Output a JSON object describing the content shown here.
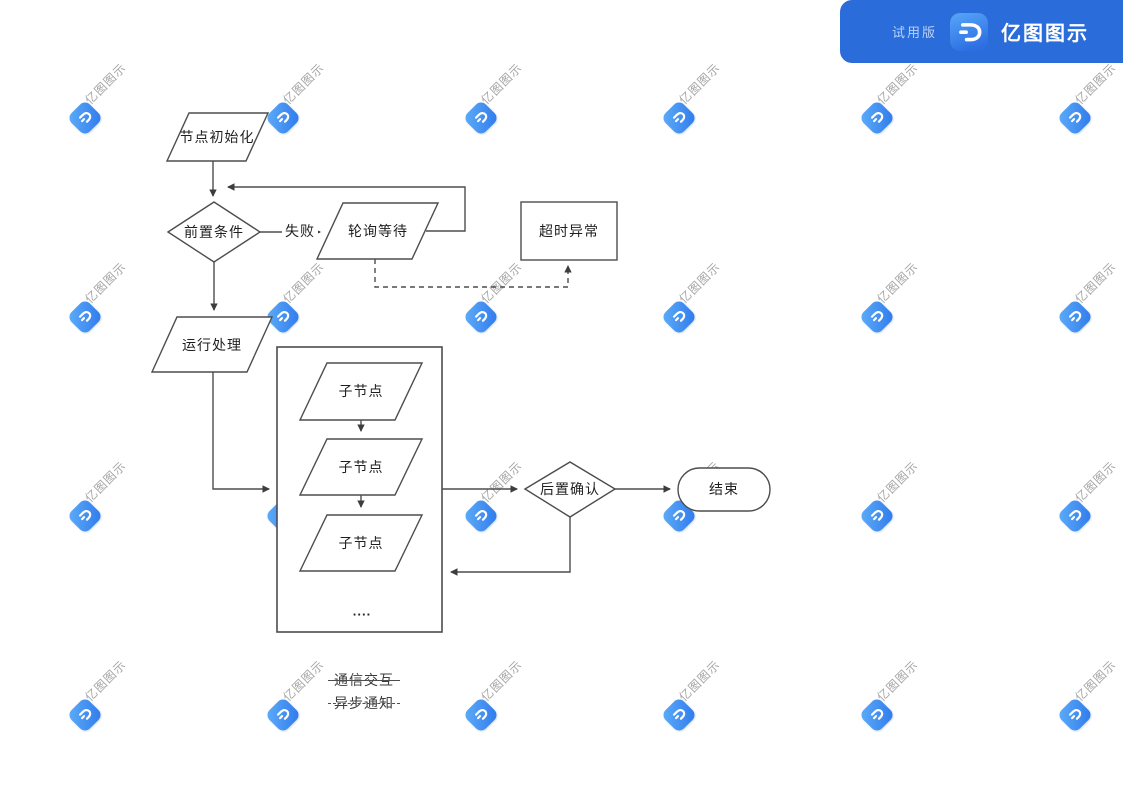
{
  "banner": {
    "trial_label": "试用版",
    "brand_name": "亿图图示",
    "bg_color": "#2a6cd9"
  },
  "watermark": {
    "text": "亿图图示",
    "text_color": "#9c9c9c",
    "icon": "edraw-logo-icon",
    "grid": {
      "cols": [
        85,
        283,
        481,
        679,
        877,
        1075
      ],
      "rows": [
        118,
        317,
        516,
        715
      ]
    }
  },
  "flowchart": {
    "line_color": "#4d4d4d",
    "labels": {
      "init": "节点初始化",
      "precondition": "前置条件",
      "fail": "失败",
      "polling": "轮询等待",
      "timeout": "超时异常",
      "run": "运行处理",
      "child1": "子节点",
      "child2": "子节点",
      "child3": "子节点",
      "ellipsis": "....",
      "confirm": "后置确认",
      "end": "结束"
    },
    "legend": {
      "comm": "通信交互",
      "async": "异步通知"
    }
  }
}
